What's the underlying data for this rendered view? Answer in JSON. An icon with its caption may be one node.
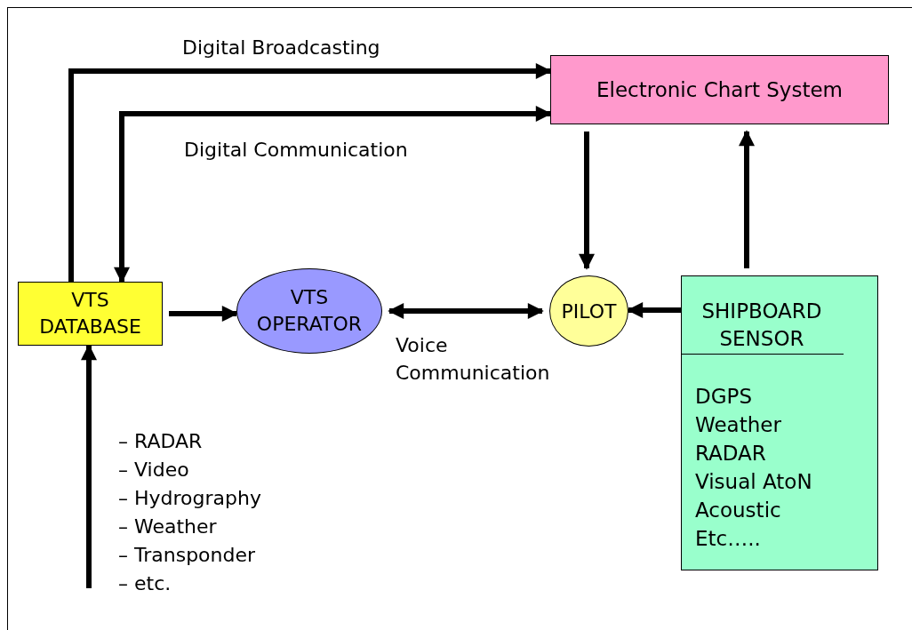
{
  "diagram": {
    "nodes": [
      {
        "text": [
          "Electronic Chart System"
        ]
      },
      {
        "text": [
          "VTS DATABASE"
        ]
      },
      {
        "text": [
          "VTS OPERATOR"
        ]
      },
      {
        "text": [
          "PILOT"
        ]
      },
      {
        "text": [
          "SHIPBOARD SENSOR",
          "DGPS",
          "Weather",
          "RADAR",
          "Visual AtoN",
          "Acoustic",
          "Etc….."
        ]
      }
    ],
    "edges": [
      {
        "from": 1,
        "to": 0,
        "arrow": "to",
        "label": "Digital Broadcasting"
      },
      {
        "from": 1,
        "to": 0,
        "arrow": "both",
        "label": "Digital Communication"
      },
      {
        "from": 1,
        "to": 2,
        "arrow": "to"
      },
      {
        "from": 2,
        "to": 3,
        "arrow": "both",
        "label": "Voice Communication"
      },
      {
        "from": 4,
        "to": 3,
        "arrow": "to"
      },
      {
        "from": 0,
        "to": 3,
        "arrow": "to"
      },
      {
        "from": 4,
        "to": 0,
        "arrow": "to"
      },
      {
        "from": null,
        "to": 1,
        "arrow": "to"
      }
    ],
    "labels": [
      "– RADAR",
      "– Video",
      "– Hydrography",
      "– Weather",
      "– Transponder",
      "– etc."
    ]
  }
}
